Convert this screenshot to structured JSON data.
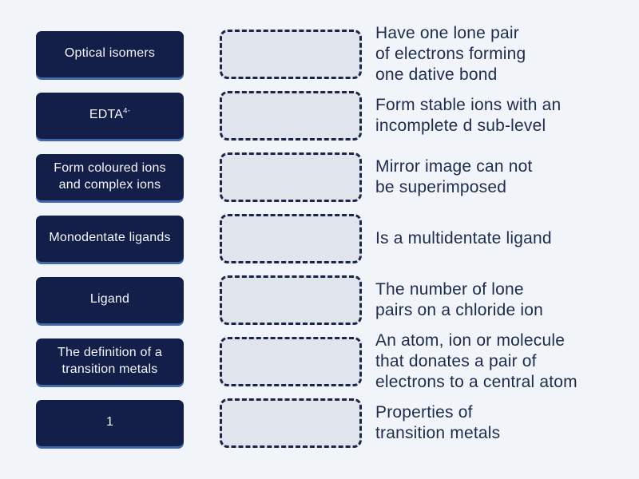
{
  "activity": {
    "type_label": "match-up quiz",
    "colors": {
      "page_bg": "#f1f5fa",
      "tile_bg": "#141f49",
      "tile_text": "#f4f6fa",
      "tile_edge_highlight": "#4169a8",
      "zone_bg": "#e0e4ed",
      "zone_border": "#1b2647",
      "definition_text": "#1e2b4b"
    },
    "pairs": [
      {
        "keyword": "Optical isomers",
        "keyword_sup": "",
        "definition_lines": [
          "Have one lone pair",
          "of electrons forming",
          "one dative bond"
        ]
      },
      {
        "keyword": "EDTA",
        "keyword_sup": "4-",
        "definition_lines": [
          "Form stable ions with an",
          "incomplete d sub-level"
        ]
      },
      {
        "keyword": "Form coloured ions and complex ions",
        "keyword_sup": "",
        "definition_lines": [
          "Mirror image can not",
          "be superimposed"
        ]
      },
      {
        "keyword": "Monodentate ligands",
        "keyword_sup": "",
        "definition_lines": [
          "Is a multidentate ligand"
        ]
      },
      {
        "keyword": "Ligand",
        "keyword_sup": "",
        "definition_lines": [
          "The number of lone",
          "pairs on a chloride ion"
        ]
      },
      {
        "keyword": "The definition of a transition metals",
        "keyword_sup": "",
        "definition_lines": [
          "An atom, ion or molecule",
          "that donates a pair of",
          "electrons to a central atom"
        ]
      },
      {
        "keyword": "1",
        "keyword_sup": "",
        "definition_lines": [
          "Properties of",
          "transition metals"
        ]
      }
    ]
  }
}
